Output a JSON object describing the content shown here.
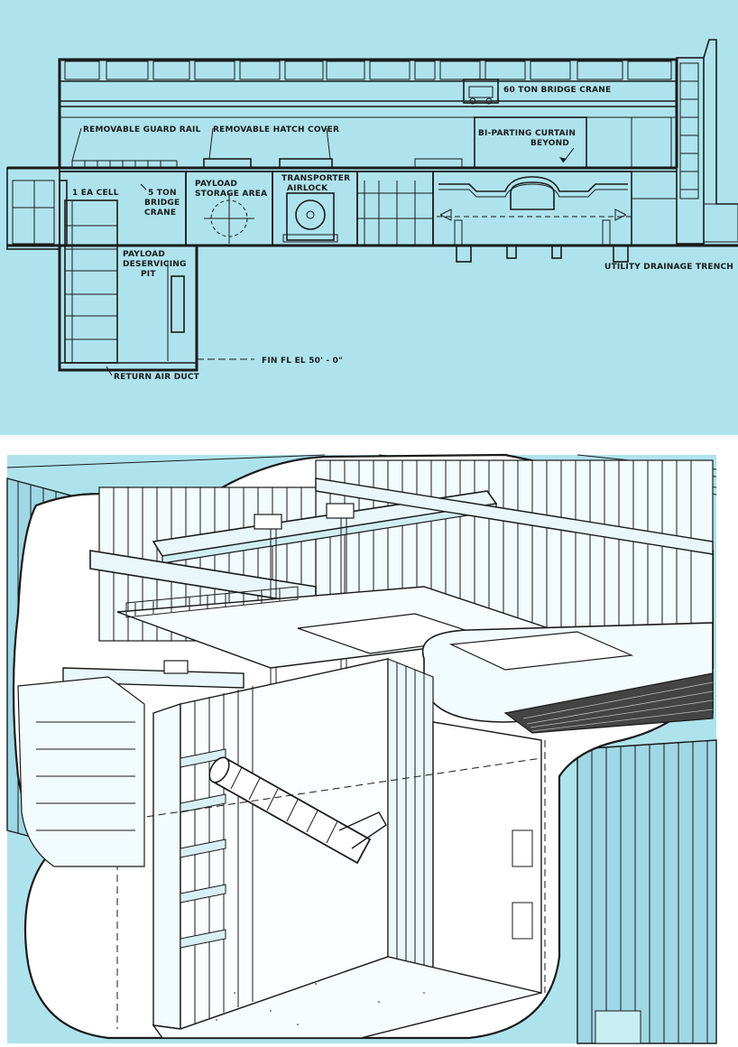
{
  "section": {
    "labels": {
      "guard_rail": "REMOVABLE GUARD RAIL",
      "hatch_cover": "REMOVABLE HATCH COVER",
      "bridge_crane_60": "60 TON BRIDGE CRANE",
      "curtain_1": "BI-PARTING CURTAIN",
      "curtain_2": "BEYOND",
      "ea_cell": "1 EA CELL",
      "crane5_1": "5 TON",
      "crane5_2": "BRIDGE",
      "crane5_3": "CRANE",
      "storage_1": "PAYLOAD",
      "storage_2": "STORAGE AREA",
      "airlock_1": "TRANSPORTER",
      "airlock_2": "AIRLOCK",
      "pit_1": "PAYLOAD",
      "pit_2": "DESERVICING",
      "pit_3": "PIT",
      "trench": "UTILITY DRAINAGE TRENCH",
      "floor_el": "FIN FL EL 50' - 0\"",
      "return_duct": "RETURN AIR DUCT"
    }
  },
  "colors": {
    "background": "#aee3ee",
    "ink": "#1a1a1a",
    "paper": "#ffffff",
    "shade": "#8fd0df"
  }
}
